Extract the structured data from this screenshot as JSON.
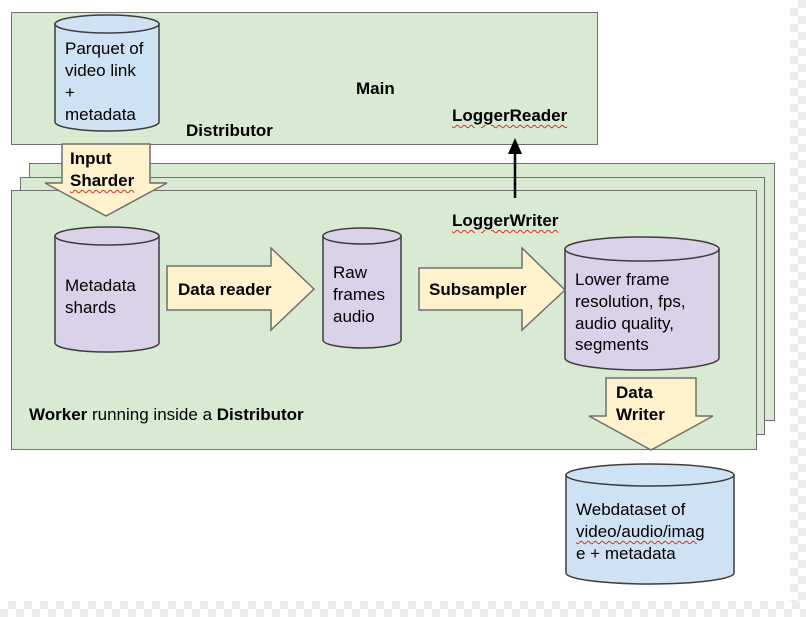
{
  "main": {
    "title": "Main",
    "distributor_label": "Distributor",
    "logger_reader_label": "LoggerReader",
    "parquet_lines": [
      "Parquet of",
      "video link",
      "+",
      "metadata"
    ]
  },
  "input_sharder": {
    "lines": [
      "Input",
      "Sharder"
    ]
  },
  "worker": {
    "logger_writer_label": "LoggerWriter",
    "metadata_shards_lines": [
      "Metadata",
      "shards"
    ],
    "data_reader_label": "Data reader",
    "raw_lines": [
      "Raw",
      "frames",
      "audio"
    ],
    "subsampler_label": "Subsampler",
    "lower_lines": [
      "Lower frame",
      "resolution, fps,",
      "audio quality,",
      "segments"
    ],
    "footer": {
      "part1": "Worker",
      "part2": " running inside a ",
      "part3": "Distributor"
    }
  },
  "data_writer": {
    "lines": [
      "Data",
      "Writer"
    ]
  },
  "webdataset": {
    "lines": [
      "Webdataset of",
      "video/audio/imag",
      "e + metadata"
    ]
  },
  "colors": {
    "box_fill": "#d9ead3",
    "blue_cylinder": "#cfe2f3",
    "purple_cylinder": "#d9d2e9",
    "arrow_fill": "#fff2cc"
  }
}
